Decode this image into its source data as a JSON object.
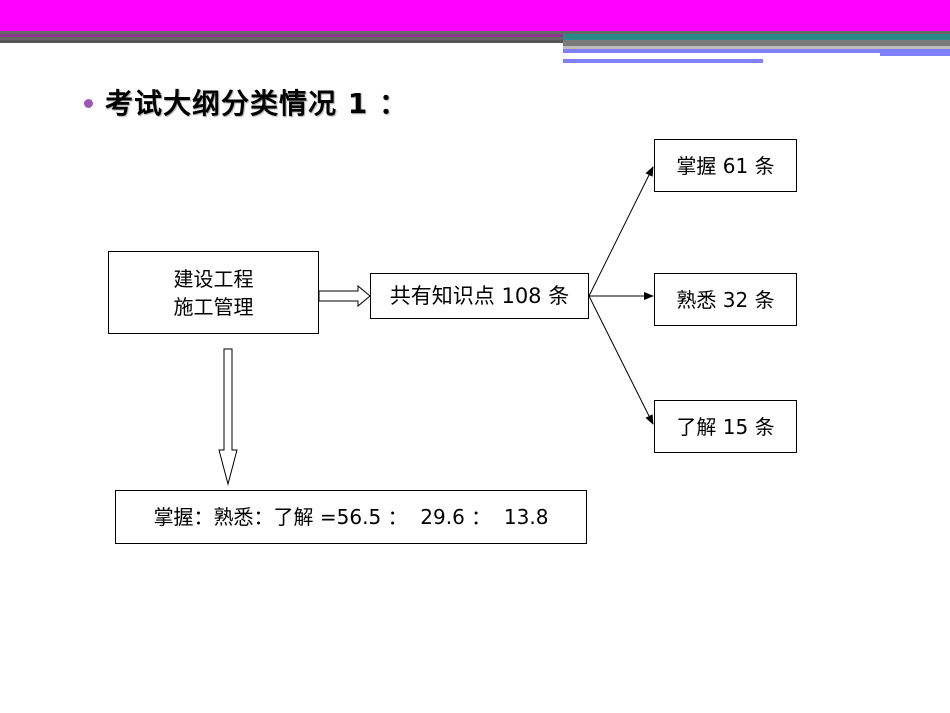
{
  "slide": {
    "title": "考试大纲分类情况 1 ：",
    "accent_color": "#ff00ff",
    "bullet_color": "#9b59b6"
  },
  "diagram": {
    "source_line1": "建设工程",
    "source_line2": "施工管理",
    "total": "共有知识点 108 条",
    "master": "掌握 61 条",
    "familiar": "熟悉 32 条",
    "understand": "了解 15 条",
    "ratio": "掌握：熟悉：了解 =56.5 ：  29.6 ：  13.8"
  }
}
